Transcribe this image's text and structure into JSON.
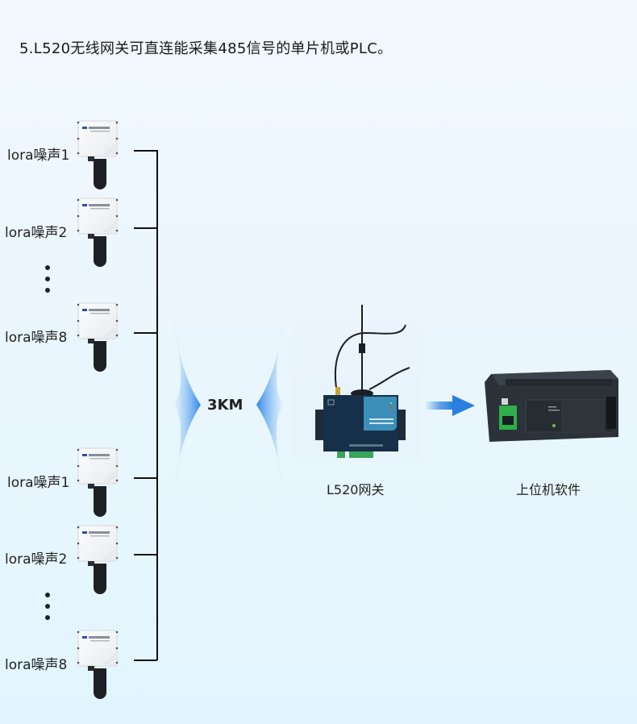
{
  "title": "5.L520无线网关可直连能采集485信号的单片机或PLC。",
  "sensor_groups": [
    {
      "sensors": [
        {
          "label": "lora噪声1"
        },
        {
          "label": "lora噪声2"
        },
        {
          "label": "lora噪声8"
        }
      ]
    },
    {
      "sensors": [
        {
          "label": "lora噪声1"
        },
        {
          "label": "lora噪声2"
        },
        {
          "label": "lora噪声8"
        }
      ]
    }
  ],
  "distance_label": "3KM",
  "gateway": {
    "caption": "L520网关"
  },
  "plc": {
    "caption": "上位机软件"
  },
  "icons": {
    "sensor": "noise-sensor-icon",
    "gateway": "lora-gateway-icon",
    "plc": "plc-controller-icon",
    "arrow": "arrow-right-icon",
    "signal": "signal-wave-icon"
  },
  "colors": {
    "accent_blue": "#2a7fe0",
    "line": "#111111",
    "background_top": "#f1f8fd",
    "background_bottom": "#e2f5fe"
  }
}
